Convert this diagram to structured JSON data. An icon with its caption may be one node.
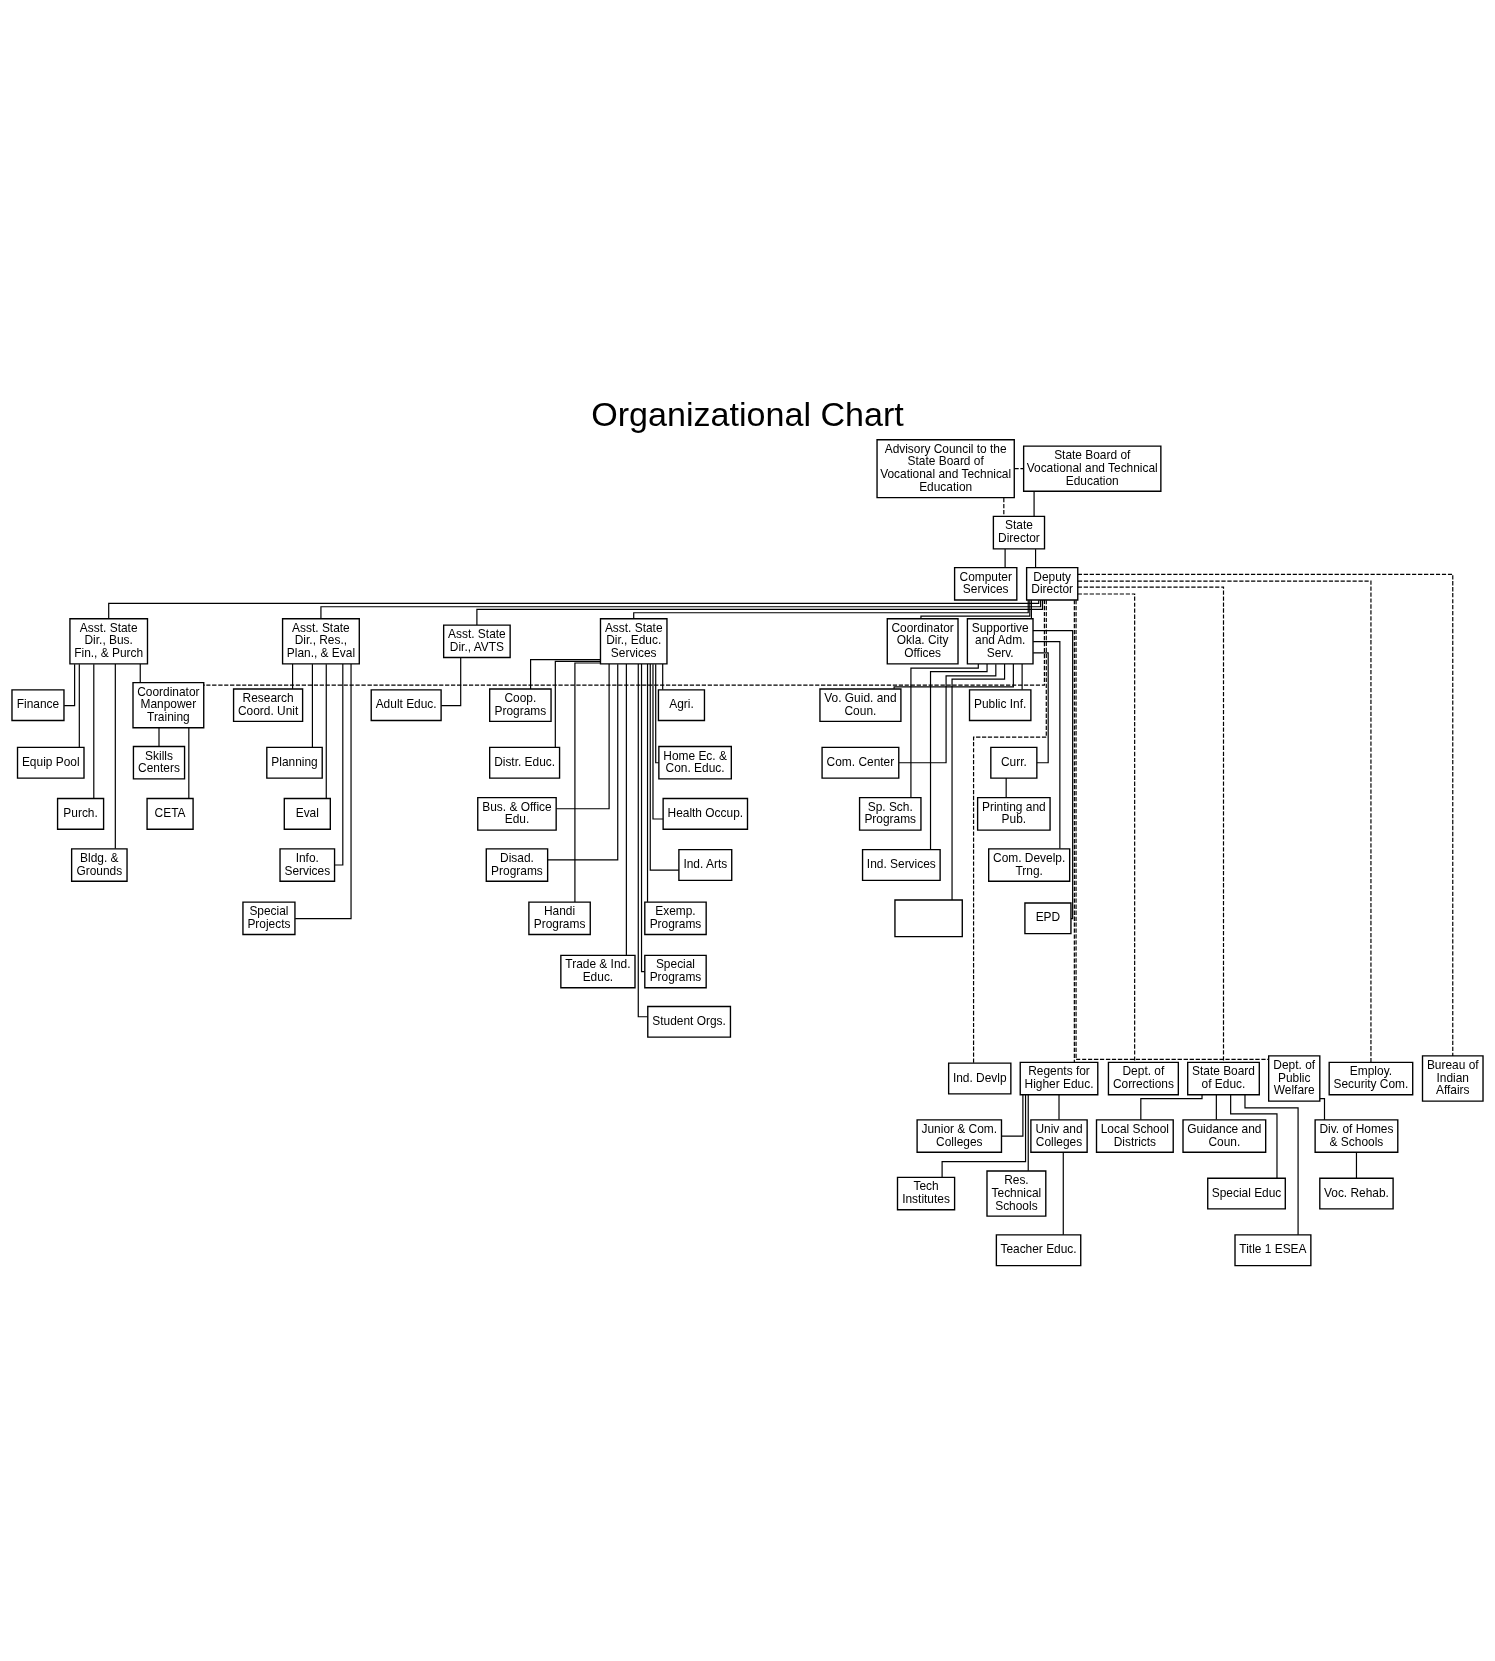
{
  "diagram": {
    "title": "Organizational Chart",
    "nodes": [
      {
        "text": [
          "Advisory Council to the State Board of Vocational and Technical Education"
        ]
      },
      {
        "text": [
          "State Board of Vocational and Technical Education"
        ]
      },
      {
        "text": [
          "State Director"
        ]
      },
      {
        "text": [
          "Computer Services"
        ]
      },
      {
        "text": [
          "Deputy Director"
        ]
      },
      {
        "text": [
          "Asst. State Dir., Bus. Fin., & Purch"
        ]
      },
      {
        "text": [
          "Finance"
        ]
      },
      {
        "text": [
          "Equip Pool"
        ]
      },
      {
        "text": [
          "Purch."
        ]
      },
      {
        "text": [
          "Bldg. & Grounds"
        ]
      },
      {
        "text": [
          "Coordinator Manpower Training"
        ]
      },
      {
        "text": [
          "Skills Centers"
        ]
      },
      {
        "text": [
          "CETA"
        ]
      },
      {
        "text": [
          "Asst. State Dir., Res., Plan., & Eval"
        ]
      },
      {
        "text": [
          "Research Coord. Unit"
        ]
      },
      {
        "text": [
          "Planning"
        ]
      },
      {
        "text": [
          "Eval"
        ]
      },
      {
        "text": [
          "Info. Services"
        ]
      },
      {
        "text": [
          "Special Projects"
        ]
      },
      {
        "text": [
          "Asst. State Dir., AVTS"
        ]
      },
      {
        "text": [
          "Adult Educ."
        ]
      },
      {
        "text": [
          "Asst. State Dir., Educ. Services"
        ]
      },
      {
        "text": [
          "Coop. Programs"
        ]
      },
      {
        "text": [
          "Agri."
        ]
      },
      {
        "text": [
          "Distr. Educ."
        ]
      },
      {
        "text": [
          "Home Ec. & Con. Educ."
        ]
      },
      {
        "text": [
          "Bus. & Office Edu."
        ]
      },
      {
        "text": [
          "Health Occup."
        ]
      },
      {
        "text": [
          "Disad. Programs"
        ]
      },
      {
        "text": [
          "Ind. Arts"
        ]
      },
      {
        "text": [
          "Handi Programs"
        ]
      },
      {
        "text": [
          "Exemp. Programs"
        ]
      },
      {
        "text": [
          "Trade & Ind. Educ."
        ]
      },
      {
        "text": [
          "Special Programs"
        ]
      },
      {
        "text": [
          "Student Orgs."
        ]
      },
      {
        "text": [
          "Coordinator Okla. City Offices"
        ]
      },
      {
        "text": [
          "Supportive and Adm. Serv."
        ]
      },
      {
        "text": [
          "Public Inf."
        ]
      },
      {
        "text": [
          "Vo. Guid. and Coun."
        ]
      },
      {
        "text": [
          "Curr."
        ]
      },
      {
        "text": [
          "Com. Center"
        ]
      },
      {
        "text": [
          "Printing and Pub."
        ]
      },
      {
        "text": [
          "Sp. Sch. Programs"
        ]
      },
      {
        "text": [
          "Com. Develp. Trng."
        ]
      },
      {
        "text": [
          "Ind. Services"
        ]
      },
      {
        "text": [
          "EPD"
        ]
      },
      {
        "text": [],
        "shape": "box"
      },
      {
        "text": [
          "Ind. Devlp"
        ]
      },
      {
        "text": [
          "Regents for Higher Educ."
        ]
      },
      {
        "text": [
          "Univ and Colleges"
        ]
      },
      {
        "text": [
          "Junior & Com. Colleges"
        ]
      },
      {
        "text": [
          "Res. Technical Schools"
        ]
      },
      {
        "text": [
          "Tech Institutes"
        ]
      },
      {
        "text": [
          "Teacher Educ."
        ]
      },
      {
        "text": [
          "Dept. of Corrections"
        ]
      },
      {
        "text": [
          "State Board of Educ."
        ]
      },
      {
        "text": [
          "Guidance and Coun."
        ]
      },
      {
        "text": [
          "Local School Districts"
        ]
      },
      {
        "text": [
          "Special Educ"
        ]
      },
      {
        "text": [
          "Title 1 ESEA"
        ]
      },
      {
        "text": [
          "Dept. of Public Welfare"
        ]
      },
      {
        "text": [
          "Div. of Homes & Schools"
        ]
      },
      {
        "text": [
          "Voc. Rehab."
        ]
      },
      {
        "text": [
          "Employ. Security Com."
        ]
      },
      {
        "text": [
          "Bureau of Indian Affairs"
        ]
      }
    ],
    "edges": [
      {
        "from": 0,
        "to": 1,
        "arrow": "none",
        "style": "dashed"
      },
      {
        "from": 0,
        "to": 2,
        "arrow": "none",
        "style": "dashed"
      },
      {
        "from": 1,
        "to": 2,
        "arrow": "none"
      },
      {
        "from": 2,
        "to": 3,
        "arrow": "none"
      },
      {
        "from": 2,
        "to": 4,
        "arrow": "none"
      },
      {
        "from": 4,
        "to": 5,
        "arrow": "none"
      },
      {
        "from": 5,
        "to": 6,
        "arrow": "none"
      },
      {
        "from": 5,
        "to": 7,
        "arrow": "none"
      },
      {
        "from": 5,
        "to": 8,
        "arrow": "none"
      },
      {
        "from": 5,
        "to": 9,
        "arrow": "none"
      },
      {
        "from": 5,
        "to": 10,
        "arrow": "none"
      },
      {
        "from": 4,
        "to": 10,
        "arrow": "none",
        "style": "dashed"
      },
      {
        "from": 10,
        "to": 11,
        "arrow": "none"
      },
      {
        "from": 10,
        "to": 12,
        "arrow": "none"
      },
      {
        "from": 4,
        "to": 13,
        "arrow": "none"
      },
      {
        "from": 13,
        "to": 14,
        "arrow": "none"
      },
      {
        "from": 13,
        "to": 15,
        "arrow": "none"
      },
      {
        "from": 13,
        "to": 16,
        "arrow": "none"
      },
      {
        "from": 13,
        "to": 17,
        "arrow": "none"
      },
      {
        "from": 13,
        "to": 18,
        "arrow": "none"
      },
      {
        "from": 4,
        "to": 19,
        "arrow": "none"
      },
      {
        "from": 19,
        "to": 20,
        "arrow": "none"
      },
      {
        "from": 4,
        "to": 21,
        "arrow": "none"
      },
      {
        "from": 21,
        "to": 22,
        "arrow": "none"
      },
      {
        "from": 21,
        "to": 23,
        "arrow": "none"
      },
      {
        "from": 21,
        "to": 24,
        "arrow": "none"
      },
      {
        "from": 21,
        "to": 25,
        "arrow": "none"
      },
      {
        "from": 21,
        "to": 26,
        "arrow": "none"
      },
      {
        "from": 21,
        "to": 27,
        "arrow": "none"
      },
      {
        "from": 21,
        "to": 28,
        "arrow": "none"
      },
      {
        "from": 21,
        "to": 29,
        "arrow": "none"
      },
      {
        "from": 21,
        "to": 30,
        "arrow": "none"
      },
      {
        "from": 21,
        "to": 31,
        "arrow": "none"
      },
      {
        "from": 21,
        "to": 32,
        "arrow": "none"
      },
      {
        "from": 21,
        "to": 33,
        "arrow": "none"
      },
      {
        "from": 21,
        "to": 34,
        "arrow": "none"
      },
      {
        "from": 4,
        "to": 35,
        "arrow": "none"
      },
      {
        "from": 4,
        "to": 36,
        "arrow": "none"
      },
      {
        "from": 36,
        "to": 37,
        "arrow": "none"
      },
      {
        "from": 36,
        "to": 38,
        "arrow": "none"
      },
      {
        "from": 36,
        "to": 39,
        "arrow": "none"
      },
      {
        "from": 36,
        "to": 40,
        "arrow": "none"
      },
      {
        "from": 39,
        "to": 41,
        "arrow": "none"
      },
      {
        "from": 36,
        "to": 42,
        "arrow": "none"
      },
      {
        "from": 36,
        "to": 43,
        "arrow": "none"
      },
      {
        "from": 36,
        "to": 44,
        "arrow": "none"
      },
      {
        "from": 36,
        "to": 45,
        "arrow": "none"
      },
      {
        "from": 36,
        "to": 46,
        "arrow": "none"
      },
      {
        "from": 4,
        "to": 47,
        "arrow": "none",
        "style": "dashed"
      },
      {
        "from": 4,
        "to": 48,
        "arrow": "none",
        "style": "dashed"
      },
      {
        "from": 48,
        "to": 49,
        "arrow": "none"
      },
      {
        "from": 48,
        "to": 50,
        "arrow": "none"
      },
      {
        "from": 48,
        "to": 51,
        "arrow": "none"
      },
      {
        "from": 48,
        "to": 52,
        "arrow": "none"
      },
      {
        "from": 49,
        "to": 53,
        "arrow": "none"
      },
      {
        "from": 4,
        "to": 54,
        "arrow": "none",
        "style": "dashed"
      },
      {
        "from": 4,
        "to": 55,
        "arrow": "none",
        "style": "dashed"
      },
      {
        "from": 55,
        "to": 56,
        "arrow": "none"
      },
      {
        "from": 55,
        "to": 57,
        "arrow": "none"
      },
      {
        "from": 55,
        "to": 58,
        "arrow": "none"
      },
      {
        "from": 55,
        "to": 59,
        "arrow": "none"
      },
      {
        "from": 4,
        "to": 60,
        "arrow": "none",
        "style": "dashed"
      },
      {
        "from": 60,
        "to": 61,
        "arrow": "none"
      },
      {
        "from": 61,
        "to": 62,
        "arrow": "none"
      },
      {
        "from": 4,
        "to": 63,
        "arrow": "none",
        "style": "dashed"
      },
      {
        "from": 4,
        "to": 64,
        "arrow": "none",
        "style": "dashed"
      }
    ]
  }
}
